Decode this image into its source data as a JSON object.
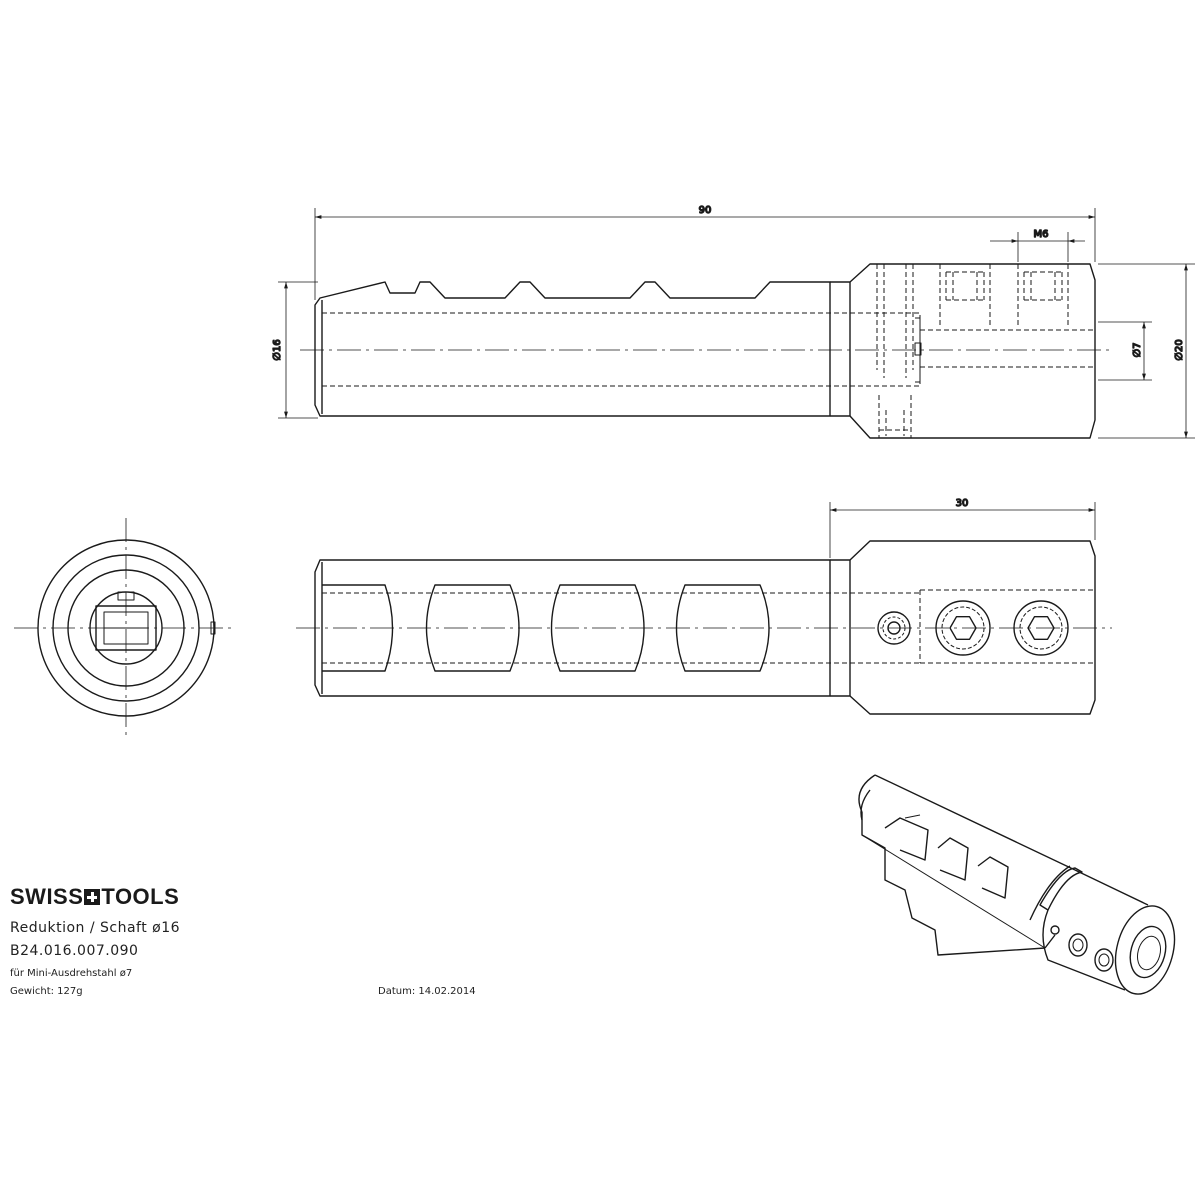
{
  "dimensions": {
    "length_total": "90",
    "thread": "M6",
    "dia_shank": "∅16",
    "dia_bore": "∅7",
    "dia_head": "∅20",
    "head_length": "30"
  },
  "title_block": {
    "brand_left": "SWISS",
    "brand_right": "TOOLS",
    "title": "Reduktion / Schaft ø16",
    "part_number": "B24.016.007.090",
    "usage": "für Mini-Ausdrehstahl ø7",
    "weight": "Gewicht: 127g",
    "date": "Datum: 14.02.2014"
  }
}
